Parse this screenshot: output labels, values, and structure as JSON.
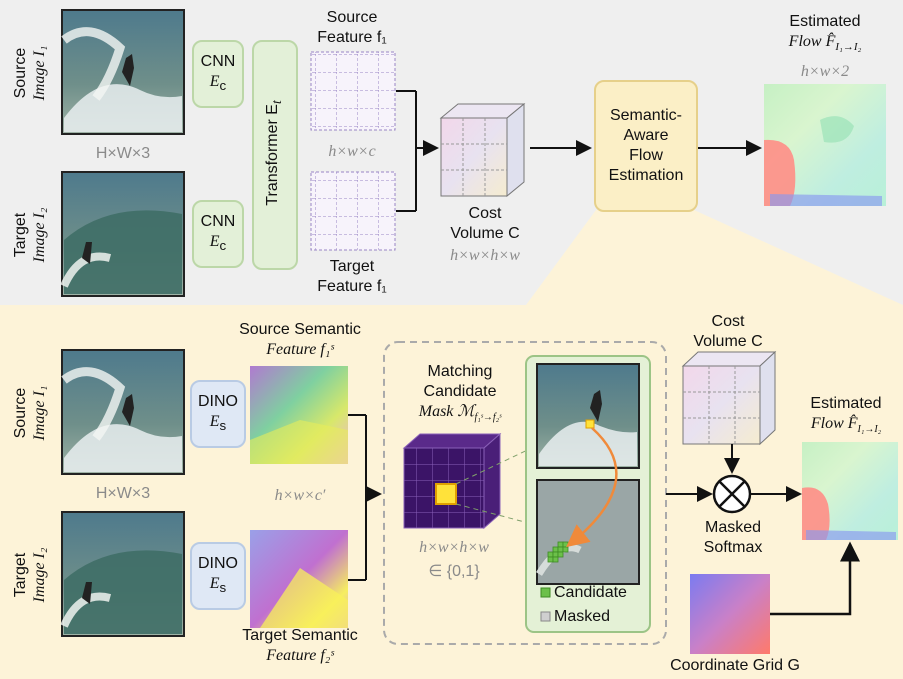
{
  "top": {
    "source_image_label_line1": "Source",
    "source_image_label_line2": "Image I₁",
    "target_image_label_line1": "Target",
    "target_image_label_line2": "Image I₂",
    "image_dim": "H×W×3",
    "cnn_label": "CNN",
    "cnn_sub": "E",
    "cnn_sub_index": "c",
    "transformer_label": "Transformer E",
    "transformer_sub": "t",
    "source_feature_line1": "Source",
    "source_feature_line2": "Feature f₁",
    "feature_dim": "h×w×c",
    "target_feature_line1": "Target",
    "target_feature_line2": "Feature f₁",
    "cost_volume_line1": "Cost",
    "cost_volume_line2": "Volume C",
    "cost_volume_dim": "h×w×h×w",
    "safe_line1": "Semantic-",
    "safe_line2": "Aware",
    "safe_line3": "Flow",
    "safe_line4": "Estimation",
    "flow_line1": "Estimated",
    "flow_line2": "Flow F̂",
    "flow_sub": "I₁→I₂",
    "flow_dim": "h×w×2"
  },
  "bottom": {
    "source_image_label_line1": "Source",
    "source_image_label_line2": "Image I₁",
    "target_image_label_line1": "Target",
    "target_image_label_line2": "Image I₂",
    "image_dim": "H×W×3",
    "dino_label": "DINO",
    "dino_sub": "E",
    "dino_sub_index": "s",
    "source_sem_line1": "Source Semantic",
    "source_sem_line2": "Feature f₁ˢ",
    "sem_dim": "h×w×c′",
    "target_sem_line1": "Target Semantic",
    "target_sem_line2": "Feature f₂ˢ",
    "mask_line1": "Matching",
    "mask_line2": "Candidate",
    "mask_line3": "Mask ℳ",
    "mask_sub": "f₁ˢ→f₂ˢ",
    "mask_dim": "h×w×h×w",
    "mask_domain": "∈ {0,1}",
    "legend_candidate": "Candidate",
    "legend_masked": "Masked",
    "cost_volume_line1": "Cost",
    "cost_volume_line2": "Volume C",
    "softmax_line1": "Masked",
    "softmax_line2": "Softmax",
    "coord_grid_label": "Coordinate Grid G",
    "flow_line1": "Estimated",
    "flow_line2": "Flow F̂",
    "flow_sub": "I₁→I₂"
  },
  "colors": {
    "top_bg": "#efefef",
    "bottom_bg": "#fdf3d8",
    "cnn_fill": "#e3f0d8",
    "dino_fill": "#dfe8f5",
    "safe_fill": "#fbefc6",
    "mask_purple": "#3b1467",
    "mask_highlight": "#ffe23a",
    "candidate_green": "#6cc04a",
    "arrow_orange": "#f08a3a"
  }
}
